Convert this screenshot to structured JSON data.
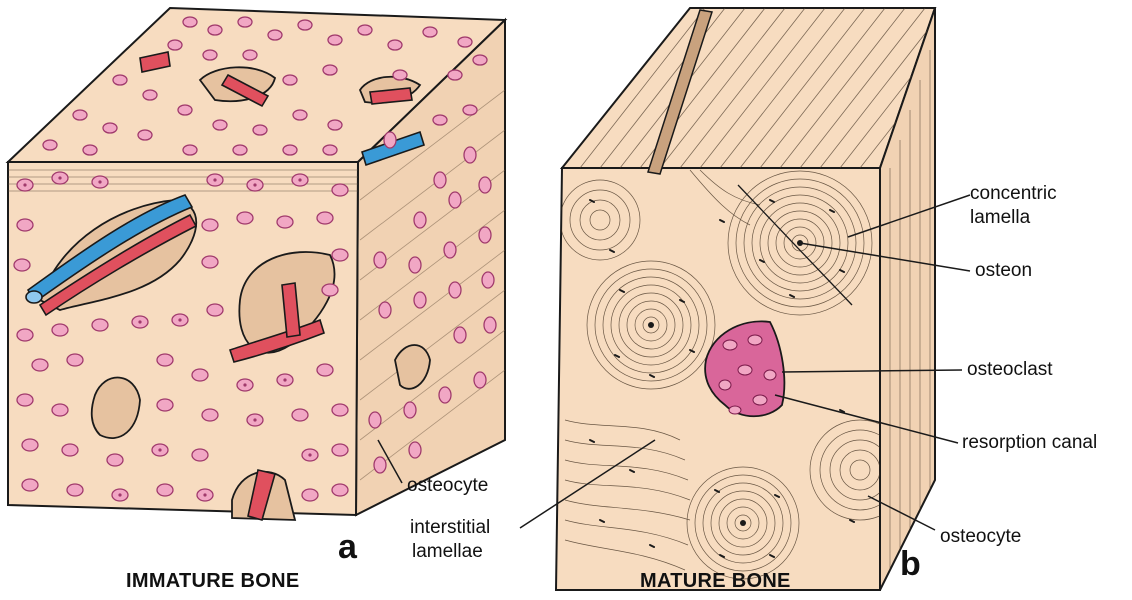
{
  "panel_a": {
    "letter": "a",
    "caption": "IMMATURE BONE",
    "labels": {
      "osteocyte": "osteocyte"
    }
  },
  "panel_b": {
    "letter": "b",
    "caption": "MATURE BONE",
    "labels": {
      "concentric_lamella_1": "concentric",
      "concentric_lamella_2": "lamella",
      "osteon": "osteon",
      "osteoclast": "osteoclast",
      "resorption_canal": "resorption canal",
      "osteocyte": "osteocyte",
      "interstitial_1": "interstitial",
      "interstitial_2": "lamellae"
    }
  },
  "colors": {
    "bone": "#f7dcc0",
    "bone_shade": "#e9c7a6",
    "cell_fill": "#f1a7c4",
    "cell_stroke": "#a03a6c",
    "artery": "#e0505e",
    "vein": "#3a9ad6",
    "osteoclast": "#d9669a",
    "ink": "#1a1a1a"
  }
}
